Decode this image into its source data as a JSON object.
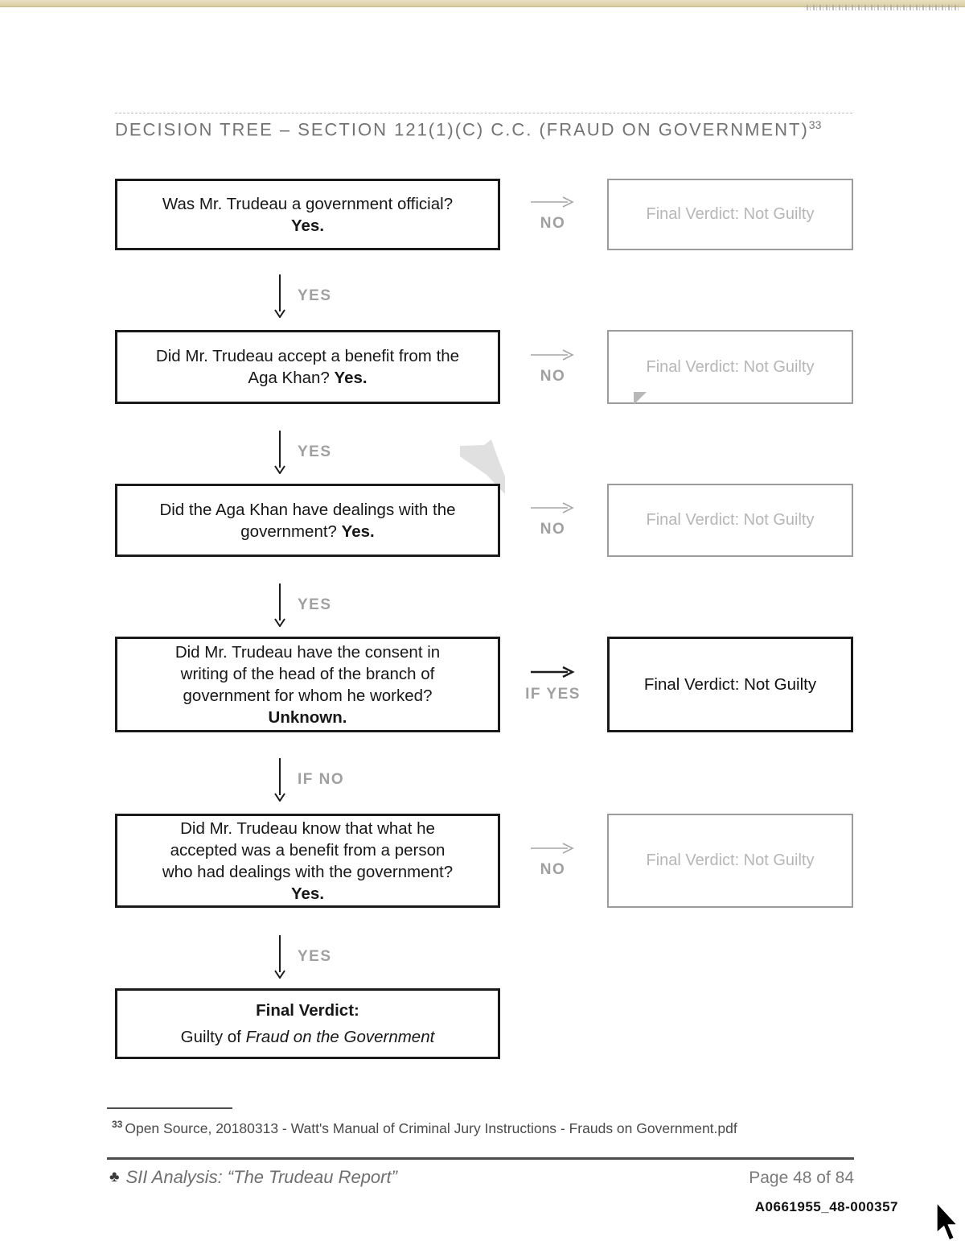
{
  "page": {
    "title": "DECISION TREE – SECTION 121(1)(C) C.C. (FRAUD ON GOVERNMENT)",
    "title_footnote_marker": "33"
  },
  "flow": {
    "steps": [
      {
        "question": "Was Mr. Trudeau a government official?",
        "answer": "Yes.",
        "right_label": "NO",
        "verdict": "Final Verdict: Not Guilty",
        "verdict_active": false,
        "down_label": "YES"
      },
      {
        "question": "Did Mr. Trudeau accept a benefit from the Aga Khan?",
        "answer": "Yes.",
        "right_label": "NO",
        "verdict": "Final Verdict: Not Guilty",
        "verdict_active": false,
        "down_label": "YES"
      },
      {
        "question": "Did the Aga Khan have dealings with the government?",
        "answer": "Yes.",
        "right_label": "NO",
        "verdict": "Final Verdict: Not Guilty",
        "verdict_active": false,
        "down_label": "YES"
      },
      {
        "question": "Did Mr. Trudeau have the consent in writing of the head of the branch of government for whom he worked?",
        "answer": "Unknown.",
        "right_label": "IF YES",
        "verdict": "Final Verdict: Not Guilty",
        "verdict_active": true,
        "down_label": "IF NO"
      },
      {
        "question": "Did Mr. Trudeau know that what he accepted was a benefit from a person who had dealings with the government?",
        "answer": "Yes.",
        "right_label": "NO",
        "verdict": "Final Verdict: Not Guilty",
        "verdict_active": false,
        "down_label": "YES"
      }
    ],
    "final": {
      "heading": "Final Verdict:",
      "result_prefix": "Guilty of ",
      "result_italic": "Fraud on the Government"
    }
  },
  "footnote": {
    "marker": "33",
    "text": "Open Source, 20180313 - Watt's Manual of Criminal Jury Instructions - Frauds on Government.pdf"
  },
  "footer": {
    "left_text": "SII Analysis: “The Trudeau Report”",
    "page_indicator": "Page 48 of 84",
    "stamp": "A0661955_48-000357"
  },
  "colors": {
    "page_bg": "#ffffff",
    "top_strip": "#e3d8b4",
    "box_border": "#1a1a1a",
    "inactive_border": "#9c9c9c",
    "inactive_text": "#b6b6b6",
    "label_gray": "#a0a0a0",
    "title_gray": "#737373",
    "watermark_gray": "#d8d8d8"
  }
}
